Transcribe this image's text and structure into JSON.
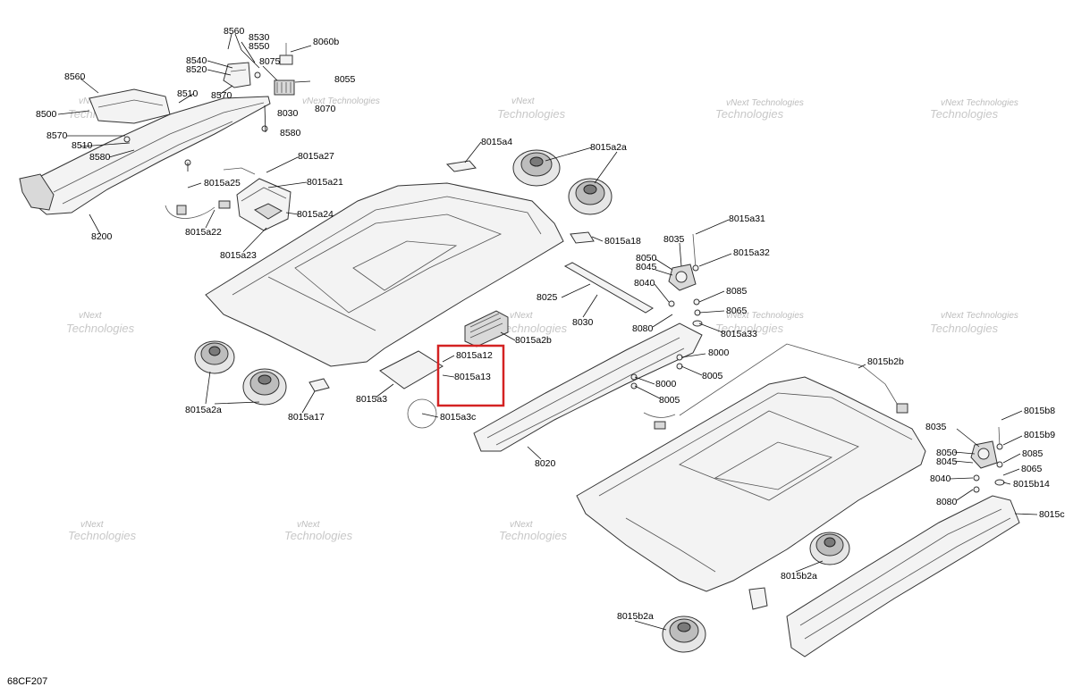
{
  "diagram_code": "68CF207",
  "highlight_color": "#d42222",
  "watermark_line1": "vNext",
  "watermark_line2": "Technologies",
  "watermark_full": "vNext Technologies",
  "labels": {
    "l8560_top": "8560",
    "l8530": "8530",
    "l8550": "8550",
    "l8060b": "8060b",
    "l8540": "8540",
    "l8520": "8520",
    "l8075": "8075",
    "l8055": "8055",
    "l8560_left": "8560",
    "l8510_top": "8510",
    "l8570_top": "8570",
    "l8030_top": "8030",
    "l8070": "8070",
    "l8500": "8500",
    "l8580_top": "8580",
    "l8570_left": "8570",
    "l8510_left": "8510",
    "l8580_left": "8580",
    "l8015a27": "8015a27",
    "l8015a25": "8015a25",
    "l8015a21": "8015a21",
    "l8015a24": "8015a24",
    "l8015a22": "8015a22",
    "l8015a23": "8015a23",
    "l8200": "8200",
    "l8015a4": "8015a4",
    "l8015a2a_top": "8015a2a",
    "l8015a18": "8015a18",
    "l8015a31": "8015a31",
    "l8035_top": "8035",
    "l8015a32": "8015a32",
    "l8050_top": "8050",
    "l8045_top": "8045",
    "l8040_top": "8040",
    "l8085_top": "8085",
    "l8025": "8025",
    "l8030_mid": "8030",
    "l8065_top": "8065",
    "l8015a33": "8015a33",
    "l8080_top": "8080",
    "l8015a2b": "8015a2b",
    "l8000_a": "8000",
    "l8005_a": "8005",
    "l8015a12": "8015a12",
    "l8015a13": "8015a13",
    "l8015a2a_left": "8015a2a",
    "l8015a17": "8015a17",
    "l8015a3": "8015a3",
    "l8015a3c": "8015a3c",
    "l8000_b": "8000",
    "l8005_b": "8005",
    "l8015b2b": "8015b2b",
    "l8020": "8020",
    "l8015b8": "8015b8",
    "l8035_right": "8035",
    "l8015b9": "8015b9",
    "l8050_right": "8050",
    "l8085_right": "8085",
    "l8045_right": "8045",
    "l8065_right": "8065",
    "l8040_right": "8040",
    "l8015b14": "8015b14",
    "l8080_right": "8080",
    "l8015c": "8015c",
    "l8015b2a_mid": "8015b2a",
    "l8015b2a_bottom": "8015b2a"
  }
}
